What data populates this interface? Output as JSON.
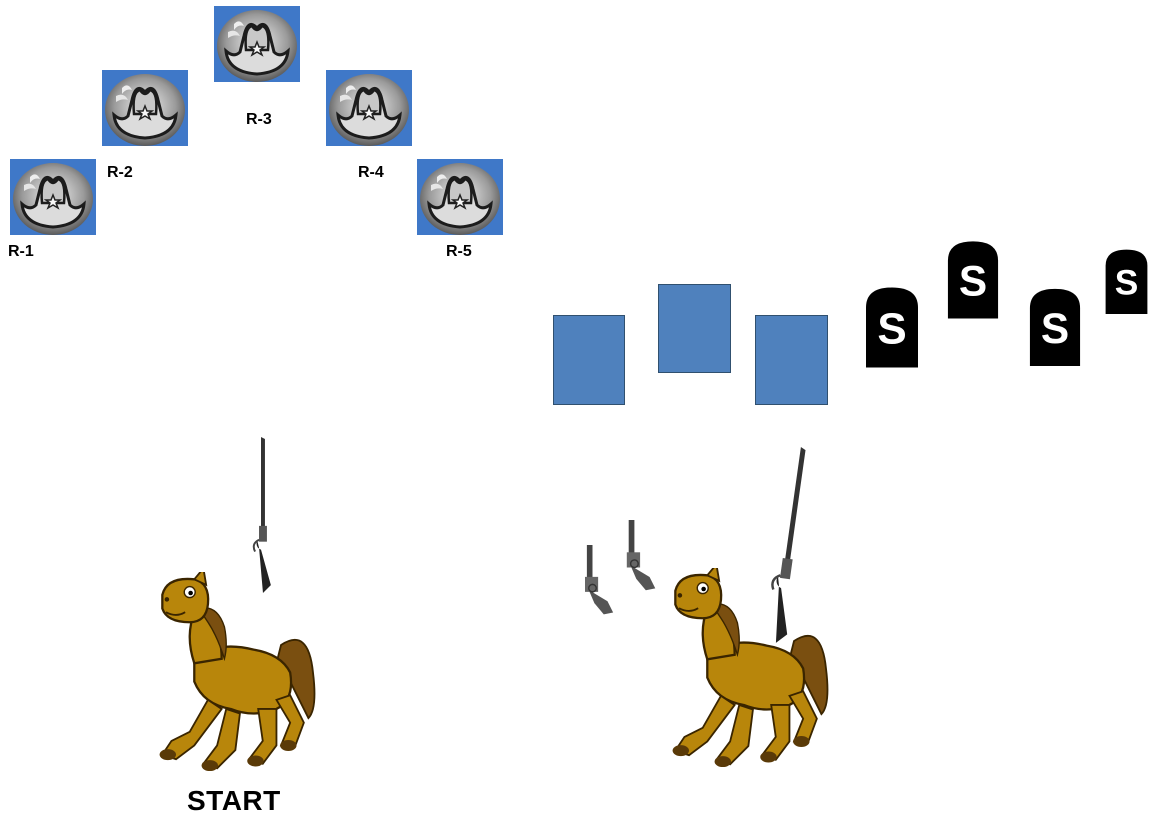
{
  "rounds": [
    {
      "id": "r1",
      "label": "R-1"
    },
    {
      "id": "r2",
      "label": "R-2"
    },
    {
      "id": "r3",
      "label": "R-3"
    },
    {
      "id": "r4",
      "label": "R-4"
    },
    {
      "id": "r5",
      "label": "R-5"
    }
  ],
  "tombstone_letter": "S",
  "start_label": "START",
  "colors": {
    "tile_bg": "#3f78c8",
    "card": "#4f81bd",
    "horse": "#b8860b",
    "stone": "#000000"
  },
  "icons": [
    "hat-icon",
    "card-icon",
    "tombstone-icon",
    "rifle-icon",
    "revolver-icon",
    "horse-icon"
  ]
}
